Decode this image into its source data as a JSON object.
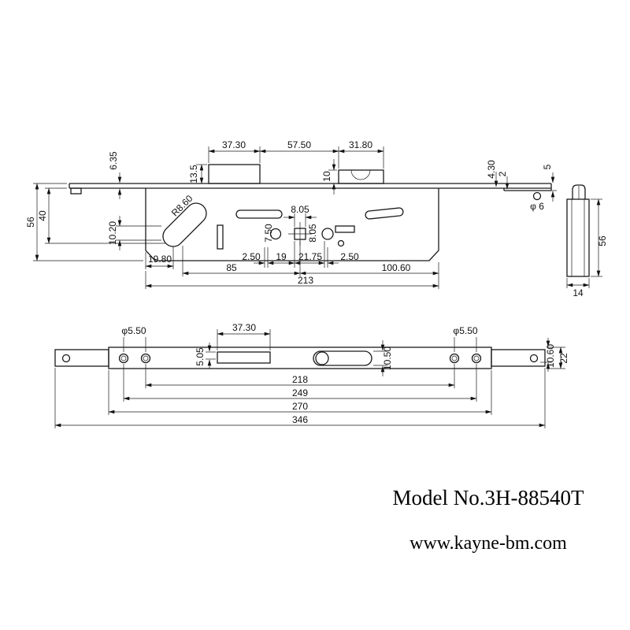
{
  "drawing": {
    "top_view": {
      "d6_35": "6.35",
      "d13_5": "13.5",
      "d37_30": "37.30",
      "d57_50": "57.50",
      "d31_80": "31.80",
      "d10": "10",
      "d4_30": "4.30",
      "d2": "2",
      "d5": "5",
      "dphi6": "φ 6",
      "d56": "56",
      "d40": "40",
      "d10_20": "10.20",
      "r8_60": "R8.60",
      "d8_05_top": "8.05",
      "d7_50": "7.50",
      "d8_05_right": "8.05",
      "d19_80": "19.80",
      "d2_50_left": "2.50",
      "d19": "19",
      "d21_75": "21.75",
      "d2_50_right": "2.50",
      "d85": "85",
      "d100_60": "100.60",
      "d213": "213"
    },
    "side_view": {
      "d56": "56",
      "d14": "14"
    },
    "bottom_view": {
      "dphi5_50_left": "φ5.50",
      "d37_30": "37.30",
      "d5_05": "5.05",
      "d10_50": "10.50",
      "dphi5_50_right": "φ5.50",
      "d10_60": "10.60",
      "d22": "22",
      "d218": "218",
      "d249": "249",
      "d270": "270",
      "d346": "346"
    }
  },
  "footer": {
    "model": "Model No.3H-88540T",
    "website": "www.kayne-bm.com"
  },
  "colors": {
    "line": "#1a1a1a",
    "background": "#ffffff"
  }
}
